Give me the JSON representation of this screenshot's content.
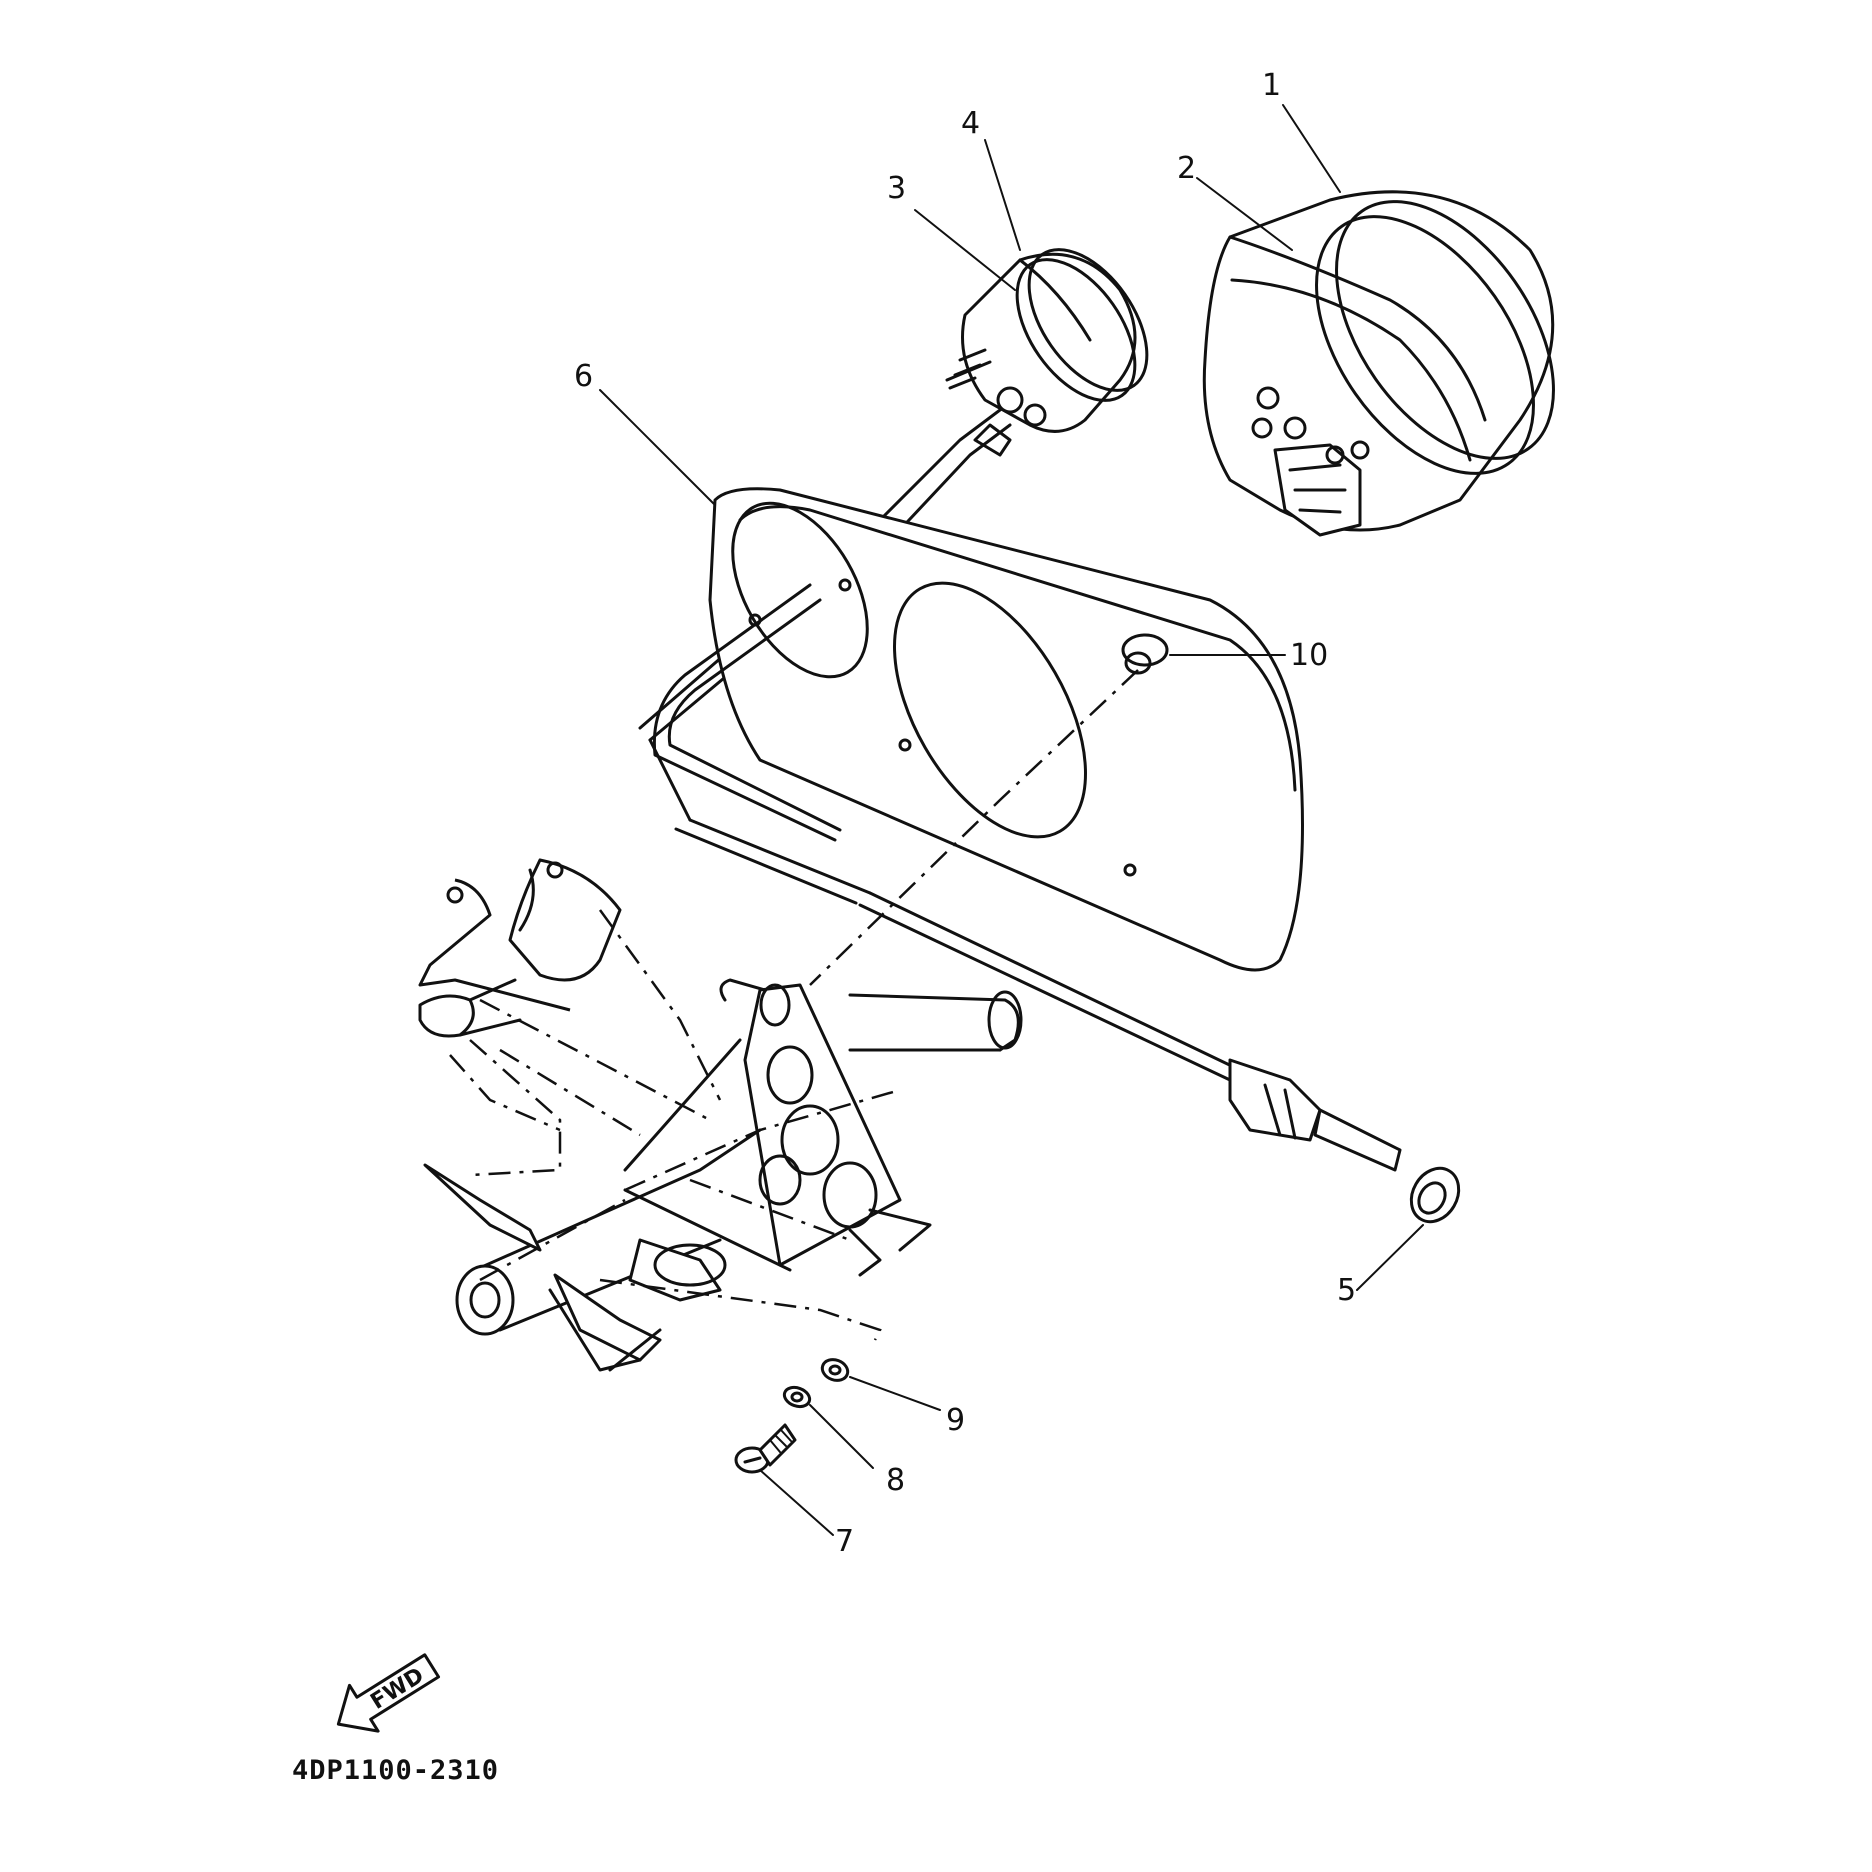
{
  "callouts": [
    {
      "id": "1",
      "text": "1"
    },
    {
      "id": "2",
      "text": "2"
    },
    {
      "id": "3",
      "text": "3"
    },
    {
      "id": "4",
      "text": "4"
    },
    {
      "id": "5",
      "text": "5"
    },
    {
      "id": "6",
      "text": "6"
    },
    {
      "id": "7",
      "text": "7"
    },
    {
      "id": "8",
      "text": "8"
    },
    {
      "id": "9",
      "text": "9"
    },
    {
      "id": "10",
      "text": "10"
    }
  ],
  "direction_arrow": {
    "label": "FWD"
  },
  "diagram_code": "4DP1100-2310"
}
